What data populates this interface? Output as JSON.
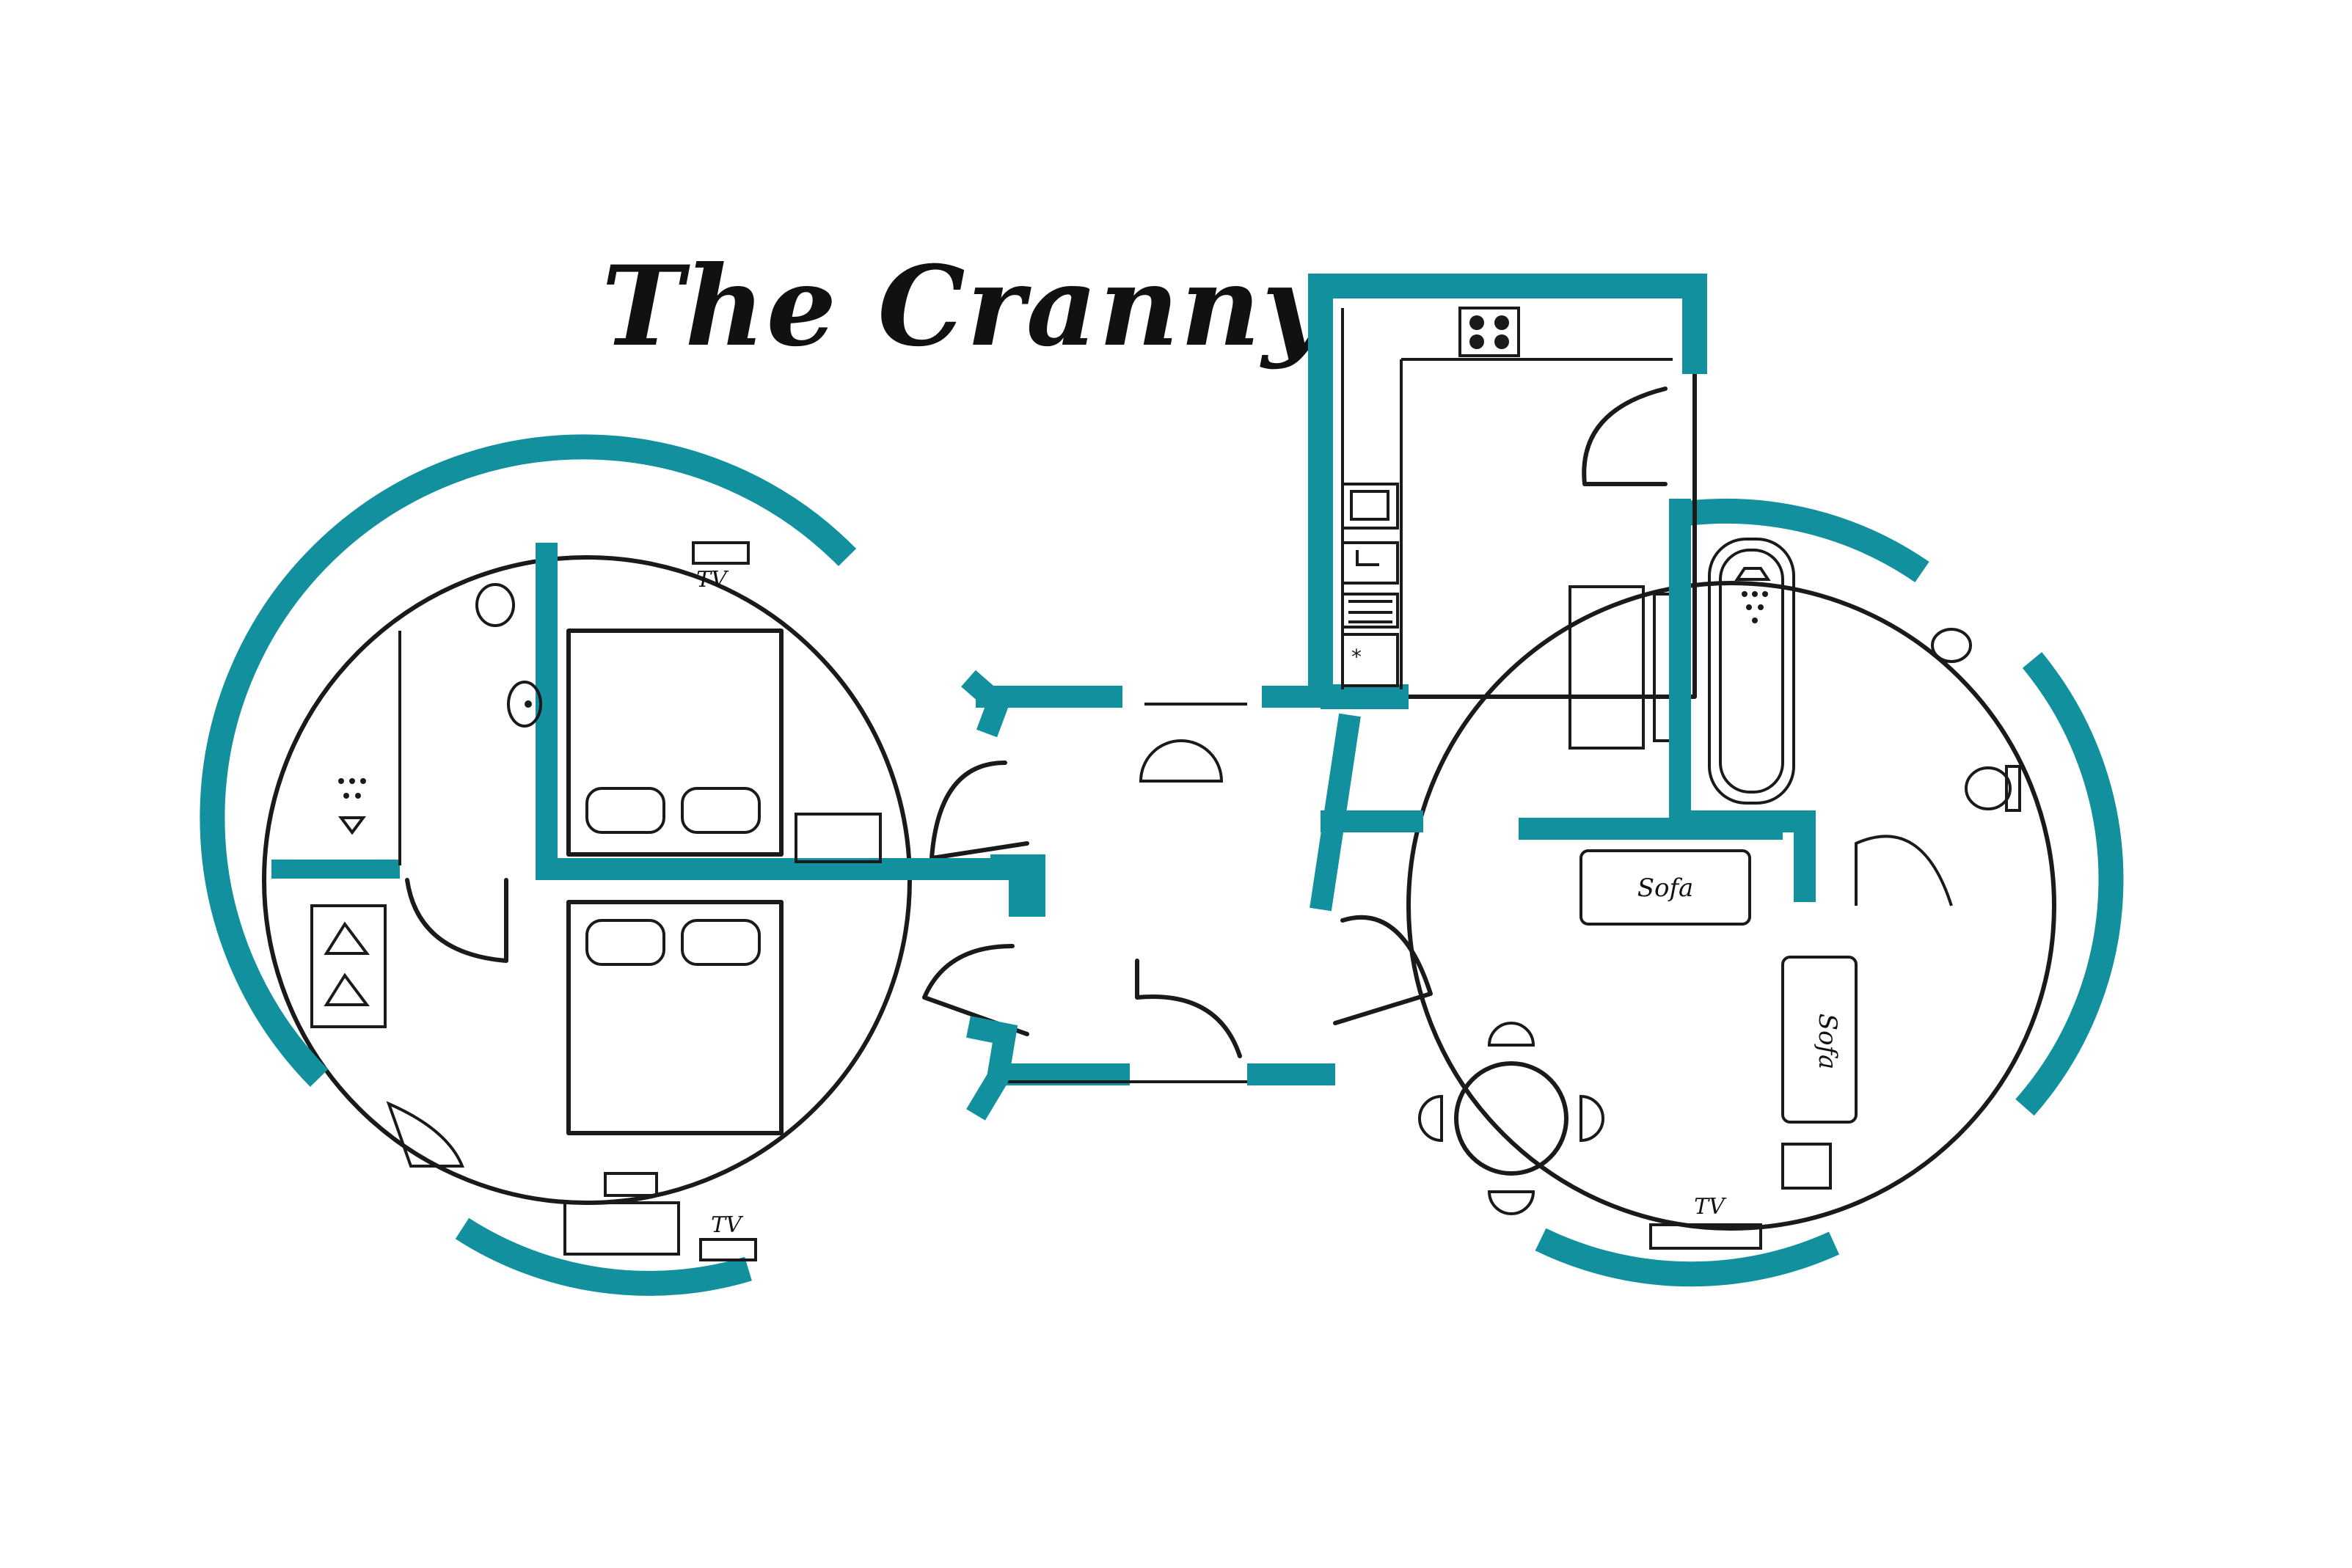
{
  "title": "The Cranny",
  "colors": {
    "wall_accent": "#12909e",
    "ink": "#1a1a1a",
    "background": "#ffffff"
  },
  "labels": {
    "tv_bedroom_top": "TV",
    "tv_bedroom_bottom": "TV",
    "tv_living": "TV",
    "sofa_horizontal": "Sofa",
    "sofa_vertical": "Sofa"
  },
  "icons": [
    "shower-icon",
    "hanger-icon",
    "toilet-icon",
    "bathtub-icon",
    "stove-icon",
    "sink-icon",
    "washing-machine-icon",
    "fridge-icon",
    "microwave-icon"
  ]
}
